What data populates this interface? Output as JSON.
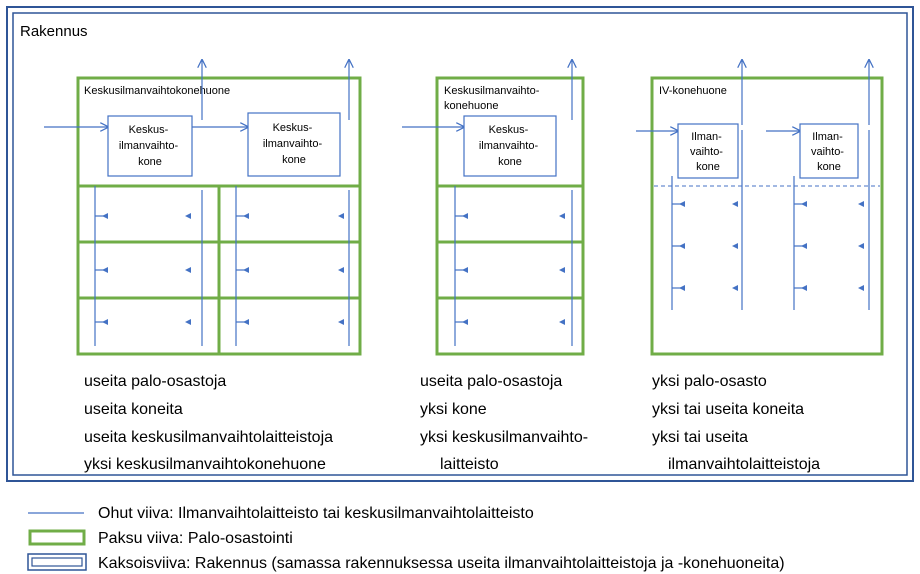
{
  "building": {
    "label": "Rakennus"
  },
  "colors": {
    "blue": "#4472C4",
    "green": "#70AD47",
    "frame": "#2F5597"
  },
  "diagrams": [
    {
      "room_label": "Keskusilmanvaihtokonehuone",
      "units": [
        [
          "Keskus-",
          "ilmanvaihto-",
          "kone"
        ],
        [
          "Keskus-",
          "ilmanvaihto-",
          "kone"
        ]
      ],
      "description": [
        "useita palo-osastoja",
        "useita koneita",
        "useita keskusilmanvaihtolaitteistoja",
        "yksi keskusilmanvaihtokonehuone"
      ]
    },
    {
      "room_label": [
        "Keskusilmanvaihto-",
        "konehuone"
      ],
      "units": [
        [
          "Keskus-",
          "ilmanvaihto-",
          "kone"
        ]
      ],
      "description": [
        "useita palo-osastoja",
        "yksi kone",
        "yksi keskusilmanvaihto-",
        "laitteisto"
      ]
    },
    {
      "room_label": "IV-konehuone",
      "units": [
        [
          "Ilman-",
          "vaihto-",
          "kone"
        ],
        [
          "Ilman-",
          "vaihto-",
          "kone"
        ]
      ],
      "description": [
        "yksi palo-osasto",
        "yksi tai useita koneita",
        "yksi tai useita",
        "ilmanvaihtolaitteistoja"
      ]
    }
  ],
  "legend": [
    {
      "symbol": "thin-line",
      "text": "Ohut viiva: Ilmanvaihtolaitteisto tai keskusilmanvaihtolaitteisto"
    },
    {
      "symbol": "thick-box",
      "text": "Paksu viiva: Palo-osastointi"
    },
    {
      "symbol": "double-box",
      "text": "Kaksoisviiva: Rakennus (samassa rakennuksessa useita ilmanvaihtolaitteistoja ja -konehuoneita)"
    }
  ]
}
